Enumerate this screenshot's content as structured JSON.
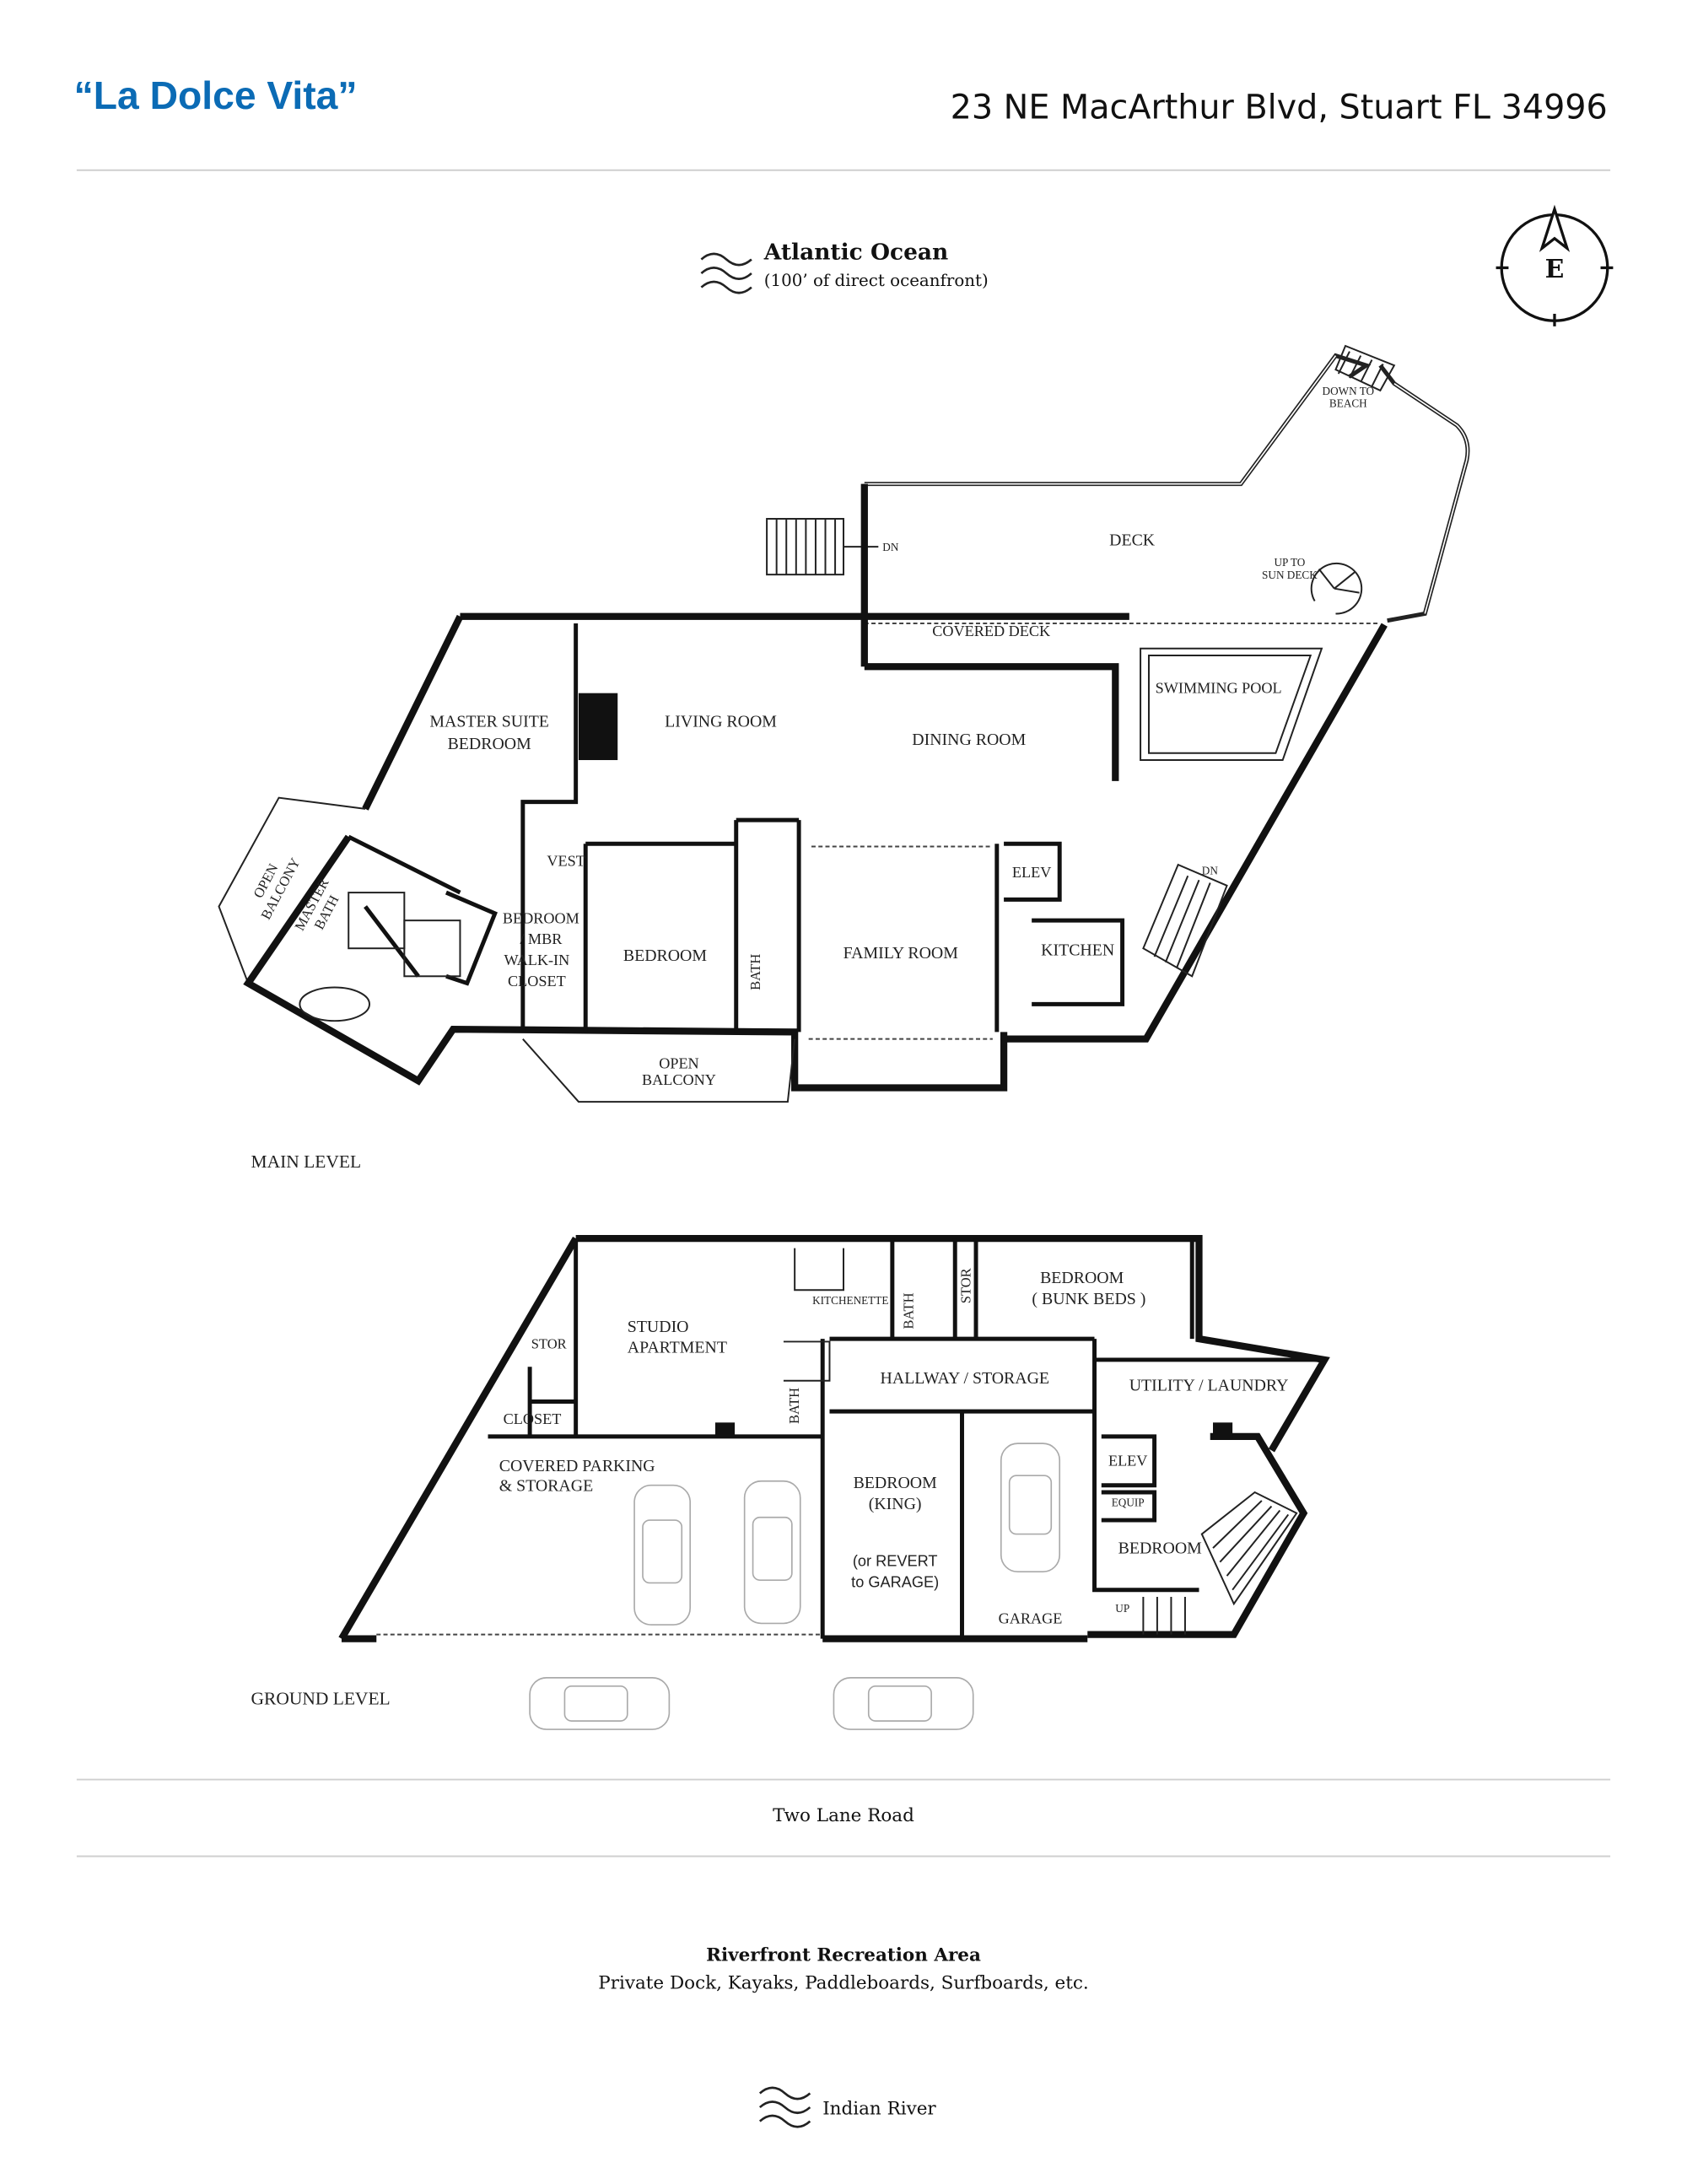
{
  "header": {
    "title": "“La Dolce Vita”",
    "address": "23 NE MacArthur Blvd, Stuart FL 34996"
  },
  "ocean": {
    "icon": "waves-icon",
    "title": "Atlantic Ocean",
    "subtitle": "(100’ of direct oceanfront)"
  },
  "compass": {
    "icon": "compass-icon",
    "label": "E"
  },
  "main_level": {
    "label": "MAIN LEVEL",
    "deck": "DECK",
    "down_to_beach": [
      "DOWN TO",
      "BEACH"
    ],
    "up_to_sun_deck": [
      "UP TO",
      "SUN DECK"
    ],
    "dn_left": "DN",
    "dn_right": "DN",
    "covered_deck": "COVERED DECK",
    "swimming_pool": "SWIMMING POOL",
    "master_suite": [
      "MASTER SUITE",
      "BEDROOM"
    ],
    "living_room": "LIVING ROOM",
    "dining_room": "DINING ROOM",
    "open_balcony_left": [
      "OPEN",
      "BALCONY"
    ],
    "master_bath": [
      "MASTER",
      "BATH"
    ],
    "vest": "VEST",
    "walk_in": [
      "BEDROOM",
      "/ MBR",
      "WALK-IN",
      "CLOSET"
    ],
    "bedroom": "BEDROOM",
    "bath": "BATH",
    "family_room": "FAMILY ROOM",
    "elev": "ELEV",
    "kitchen": "KITCHEN",
    "open_balcony_bottom": [
      "OPEN",
      "BALCONY"
    ]
  },
  "ground_level": {
    "label": "GROUND LEVEL",
    "kitchenette": "KITCHENETTE",
    "bath_top": "BATH",
    "stor_top": "STOR",
    "bunk_bedroom": [
      "BEDROOM",
      "( BUNK BEDS )"
    ],
    "studio": [
      "STUDIO",
      "APARTMENT"
    ],
    "stor_left": "STOR",
    "closet": "CLOSET",
    "bath_mid": "BATH",
    "hallway": "HALLWAY / STORAGE",
    "utility": "UTILITY / LAUNDRY",
    "covered_parking": [
      "COVERED PARKING",
      "& STORAGE"
    ],
    "king_bedroom": [
      "BEDROOM",
      "(KING)"
    ],
    "revert_note": [
      "(or REVERT",
      "to GARAGE)"
    ],
    "elev": "ELEV",
    "equip": "EQUIP",
    "bedroom": "BEDROOM",
    "garage": "GARAGE",
    "up": "UP"
  },
  "road": {
    "label": "Two Lane Road"
  },
  "recreation": {
    "title": "Riverfront Recreation Area",
    "subtitle": "Private Dock, Kayaks, Paddleboards, Surfboards, etc."
  },
  "river": {
    "icon": "waves-icon",
    "label": "Indian River"
  },
  "colors": {
    "brand": "#0b6bb5",
    "rule": "#cfcfcf"
  }
}
